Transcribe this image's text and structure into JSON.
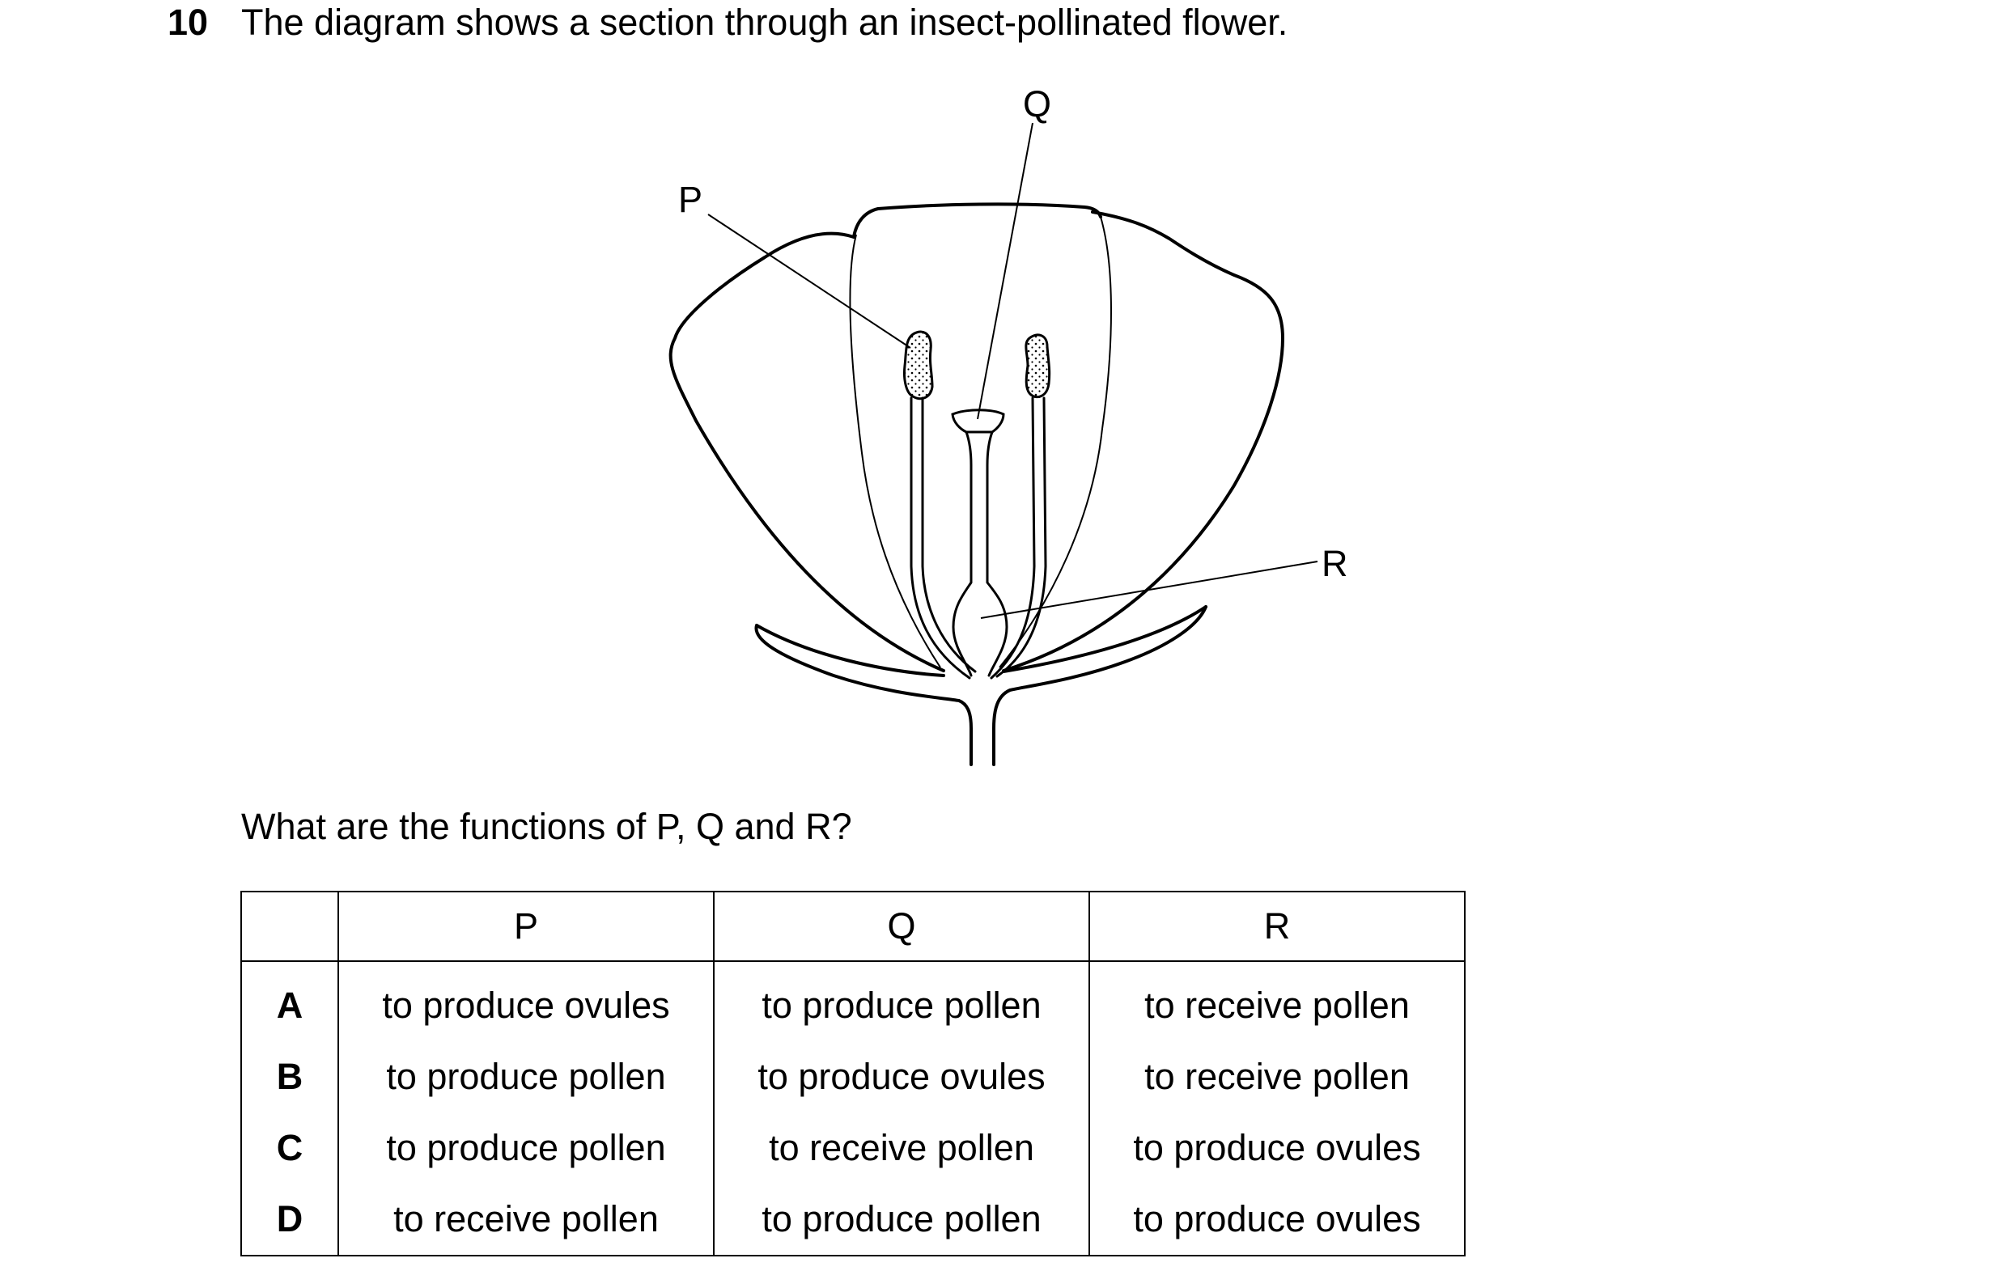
{
  "question": {
    "number": "10",
    "stem": "The diagram shows a section through an insect-pollinated flower.",
    "prompt": "What are the functions of P, Q and R?"
  },
  "diagram": {
    "labels": {
      "p": "P",
      "q": "Q",
      "r": "R"
    }
  },
  "table": {
    "headers": [
      "",
      "P",
      "Q",
      "R"
    ],
    "rows": [
      {
        "letter": "A",
        "p": "to produce ovules",
        "q": "to produce pollen",
        "r": "to receive pollen"
      },
      {
        "letter": "B",
        "p": "to produce pollen",
        "q": "to produce ovules",
        "r": "to receive pollen"
      },
      {
        "letter": "C",
        "p": "to produce pollen",
        "q": "to receive pollen",
        "r": "to produce ovules"
      },
      {
        "letter": "D",
        "p": "to receive pollen",
        "q": "to produce pollen",
        "r": "to produce ovules"
      }
    ]
  }
}
